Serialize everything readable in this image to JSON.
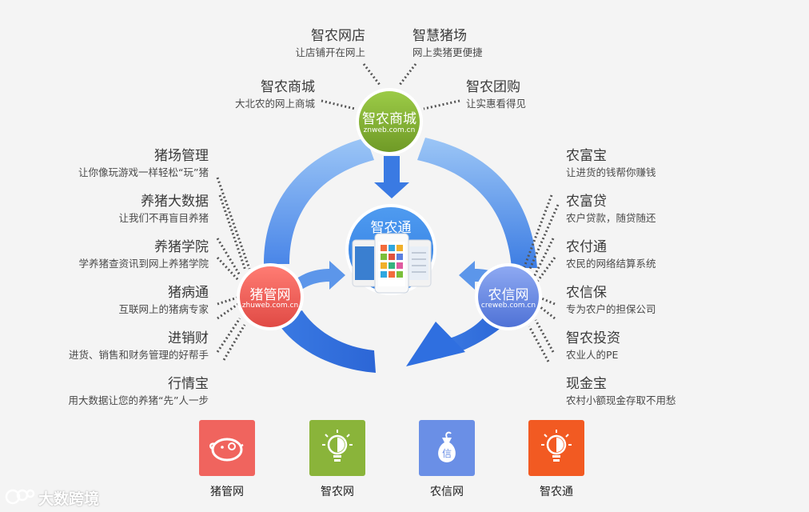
{
  "hubs": {
    "mall": {
      "name": "智农商城",
      "url": "znweb.com.cn"
    },
    "pig": {
      "name": "猪管网",
      "url": "zhuweb.com.cn"
    },
    "credit": {
      "name": "农信网",
      "url": "creweb.com.cn"
    },
    "center": {
      "name": "智农通"
    }
  },
  "top_items": [
    {
      "title": "智农网店",
      "desc": "让店铺开在网上"
    },
    {
      "title": "智慧猪场",
      "desc": "网上卖猪更便捷"
    },
    {
      "title": "智农商城",
      "desc": "大北农的网上商城"
    },
    {
      "title": "智农团购",
      "desc": "让实惠看得见"
    }
  ],
  "left_items": [
    {
      "title": "猪场管理",
      "desc": "让你像玩游戏一样轻松“玩”猪"
    },
    {
      "title": "养猪大数据",
      "desc": "让我们不再盲目养猪"
    },
    {
      "title": "养猪学院",
      "desc": "学养猪查资讯到网上养猪学院"
    },
    {
      "title": "猪病通",
      "desc": "互联网上的猪病专家"
    },
    {
      "title": "进销财",
      "desc": "进货、销售和财务管理的好帮手"
    },
    {
      "title": "行情宝",
      "desc": "用大数据让您的养猪“先”人一步"
    }
  ],
  "right_items": [
    {
      "title": "农富宝",
      "desc": "让进货的钱帮你赚钱"
    },
    {
      "title": "农富贷",
      "desc": "农户贷款，随贷随还"
    },
    {
      "title": "农付通",
      "desc": "农民的网络结算系统"
    },
    {
      "title": "农信保",
      "desc": "专为农户的担保公司"
    },
    {
      "title": "智农投资",
      "desc": "农业人的PE"
    },
    {
      "title": "现金宝",
      "desc": "农村小额现金存取不用愁"
    }
  ],
  "phone_label": "智农通",
  "bottom_tiles": [
    {
      "label": "猪管网",
      "color": "#f0645e",
      "icon": "piggy-bank-icon"
    },
    {
      "label": "智农网",
      "color": "#8ab43a",
      "icon": "lightbulb-icon"
    },
    {
      "label": "农信网",
      "color": "#6a8fe6",
      "icon": "money-bag-icon",
      "glyph": "信"
    },
    {
      "label": "智农通",
      "color": "#f25a22",
      "icon": "lightbulb-icon"
    }
  ],
  "watermark": "大数跨境",
  "colors": {
    "green": "#8ab43a",
    "red": "#f0645e",
    "blue": "#6a8fe6",
    "arrow_light": "#7ab0f2",
    "arrow_dark": "#2f6fe0"
  }
}
